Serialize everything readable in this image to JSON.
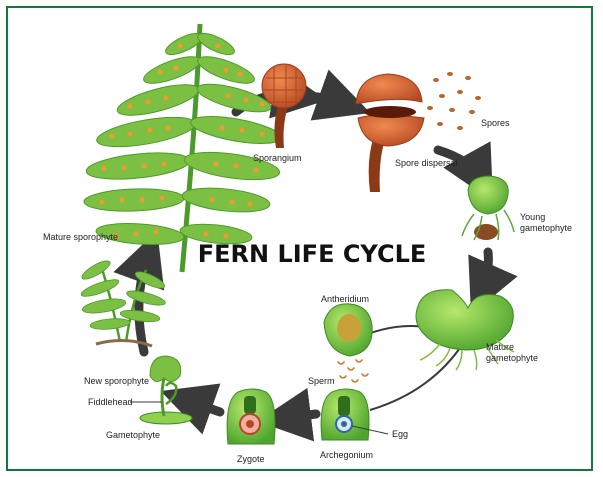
{
  "title": "FERN LIFE CYCLE",
  "labels": {
    "sporangium": "Sporangium",
    "spores": "Spores",
    "spore_dispersal": "Spore dispersal",
    "young_gametophyte_1": "Young",
    "young_gametophyte_2": "gametophyte",
    "mature_gametophyte_1": "Mature",
    "mature_gametophyte_2": "gametophyte",
    "antheridium": "Antheridium",
    "sperm": "Sperm",
    "egg": "Egg",
    "archegonium": "Archegonium",
    "zygote": "Zygote",
    "new_sporophyte": "New sporophyte",
    "fiddlehead": "Fiddlehead",
    "gametophyte": "Gametophyte",
    "mature_sporophyte": "Mature sporophyte"
  },
  "colors": {
    "frame": "#0f7a3c",
    "arrow": "#3a3a3a",
    "leaf": "#7cc043",
    "leaf_dark": "#4c9a2a",
    "sorus": "#f29a2e",
    "sporangium": "#d8673a",
    "stalk": "#8a3a16",
    "gametophyte": "#8fd14f"
  }
}
